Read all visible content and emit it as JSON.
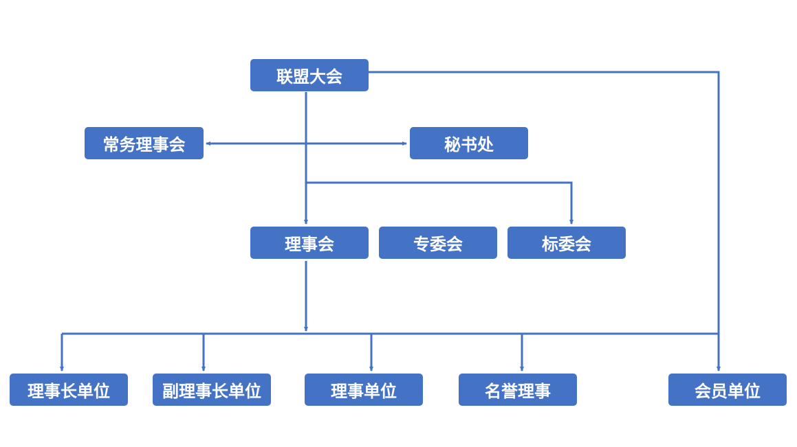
{
  "nodes": {
    "alliance_assembly": "联盟大会",
    "standing_council": "常务理事会",
    "secretariat": "秘书处",
    "council": "理事会",
    "special_committee": "专委会",
    "standards_committee": "标委会",
    "chairman_units": "理事长单位",
    "vice_chairman_units": "副理事长单位",
    "director_units": "理事单位",
    "honorary_directors": "名誉理事",
    "member_units": "会员单位"
  },
  "colors": {
    "box": "#4472c4",
    "line": "#4472c4",
    "text": "#ffffff"
  }
}
